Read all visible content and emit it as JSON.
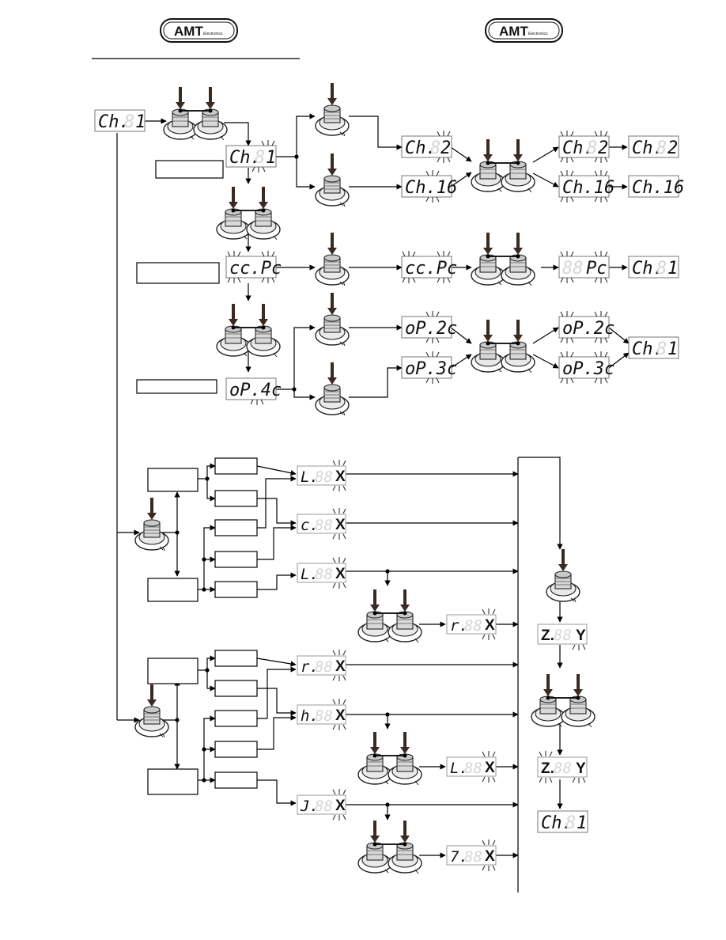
{
  "logo": {
    "brand": "AMT",
    "sub": "Electronics"
  },
  "display_text": {
    "ch_a1": "Ch.",
    "ch_1": "Ch.",
    "ch_2": "Ch.",
    "ch_16": "Ch.16",
    "ccpc": "cc.Pc",
    "pc": "Pc",
    "op4c": "oP.4c",
    "op2c": "oP.2c",
    "op3c": "oP.3c",
    "l_dot": "L.",
    "c_dot": "c.",
    "u_dot": "L.",
    "gamma_dot": "r.",
    "r_dot": "r.",
    "h_dot": "h.",
    "j_dot": "J.",
    "seven_dot": "7.",
    "z_dot": "Z.",
    "x": "X",
    "y": "Y"
  },
  "icons": {
    "footswitch_single": "footswitch-press-icon",
    "footswitch_double": "double-footswitch-press-icon",
    "blink": "blink-indicator-icon"
  }
}
